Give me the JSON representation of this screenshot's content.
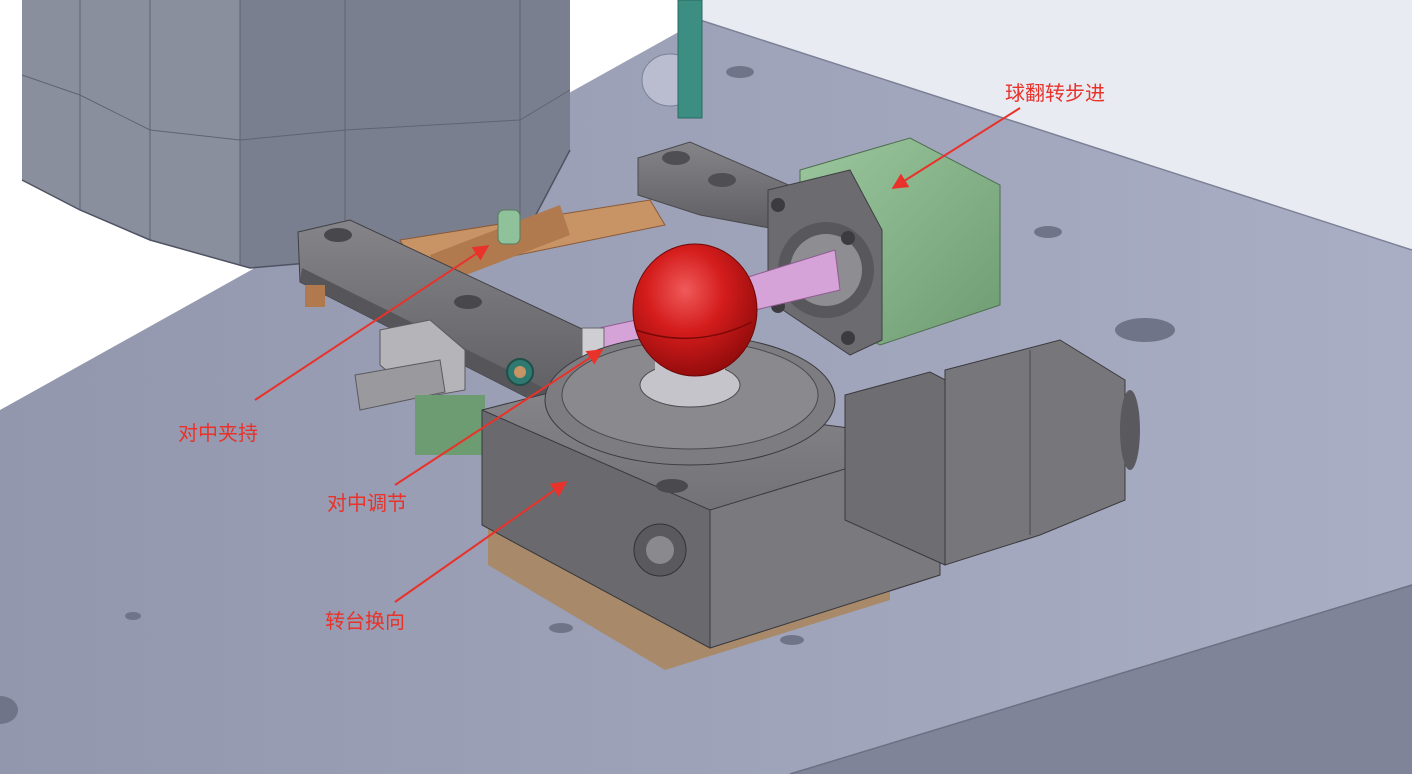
{
  "labels": {
    "ball_flip_step": "球翻转步进",
    "center_clamp": "对中夹持",
    "center_adjust": "对中调节",
    "turntable_turn": "转台换向"
  },
  "colors": {
    "plate": "#9aa0b8",
    "plate_dark": "#8a8fa6",
    "metal": "#6f6f72",
    "metal_light": "#7c7c80",
    "motor_green": "#7aa87e",
    "ball_red": "#c81616",
    "pink_shaft": "#d6a3d8",
    "copper": "#c89466",
    "teal_rod": "#3c8d82",
    "callout_red": "#e8322a"
  }
}
